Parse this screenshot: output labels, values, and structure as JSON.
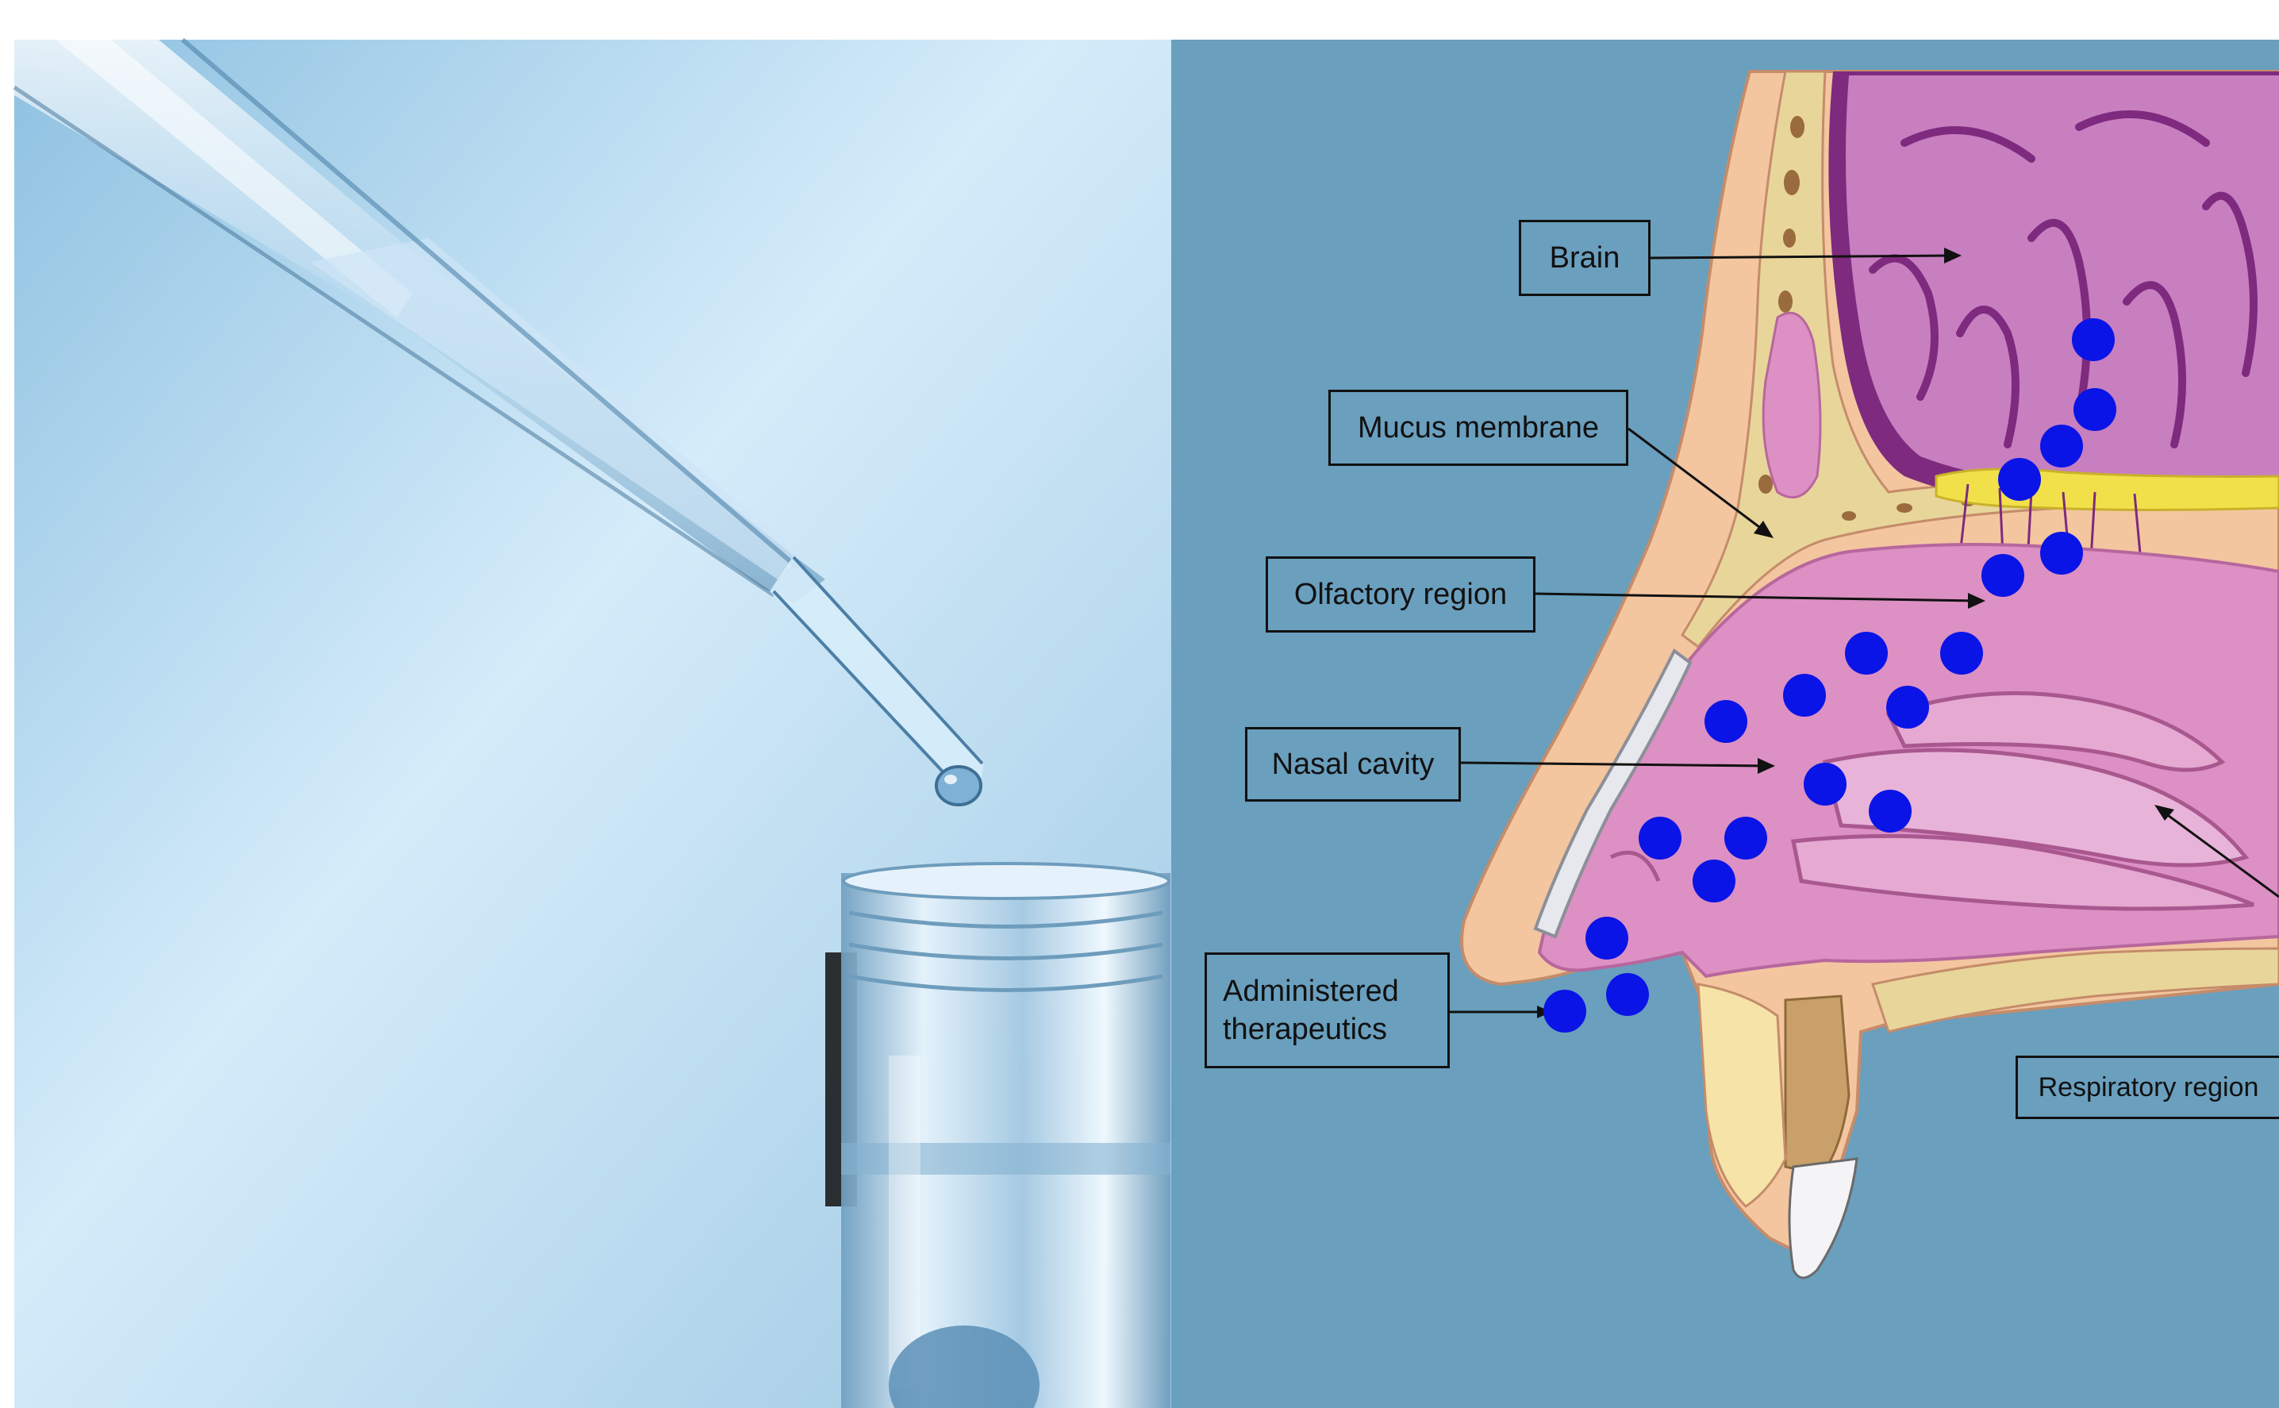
{
  "labels": {
    "brain": "Brain",
    "mucus_membrane": "Mucus membrane",
    "olfactory_region": "Olfactory region",
    "nasal_cavity": "Nasal cavity",
    "administered_therapeutics": "Administered therapeutics",
    "respiratory_region": "Respiratory region"
  },
  "colors": {
    "diagram_background": "#6a9fbe",
    "photo_background": "#a9d3ec",
    "skin": "#f3c6a0",
    "bone": "#c9a06a",
    "cavity_tissue": "#dc90c3",
    "brain_tissue": "#c77fc0",
    "brain_border": "#7e2a7e",
    "olfactory_bulb": "#f2e04a",
    "drug_particle": "#0a14e6",
    "label_border": "#111111"
  }
}
